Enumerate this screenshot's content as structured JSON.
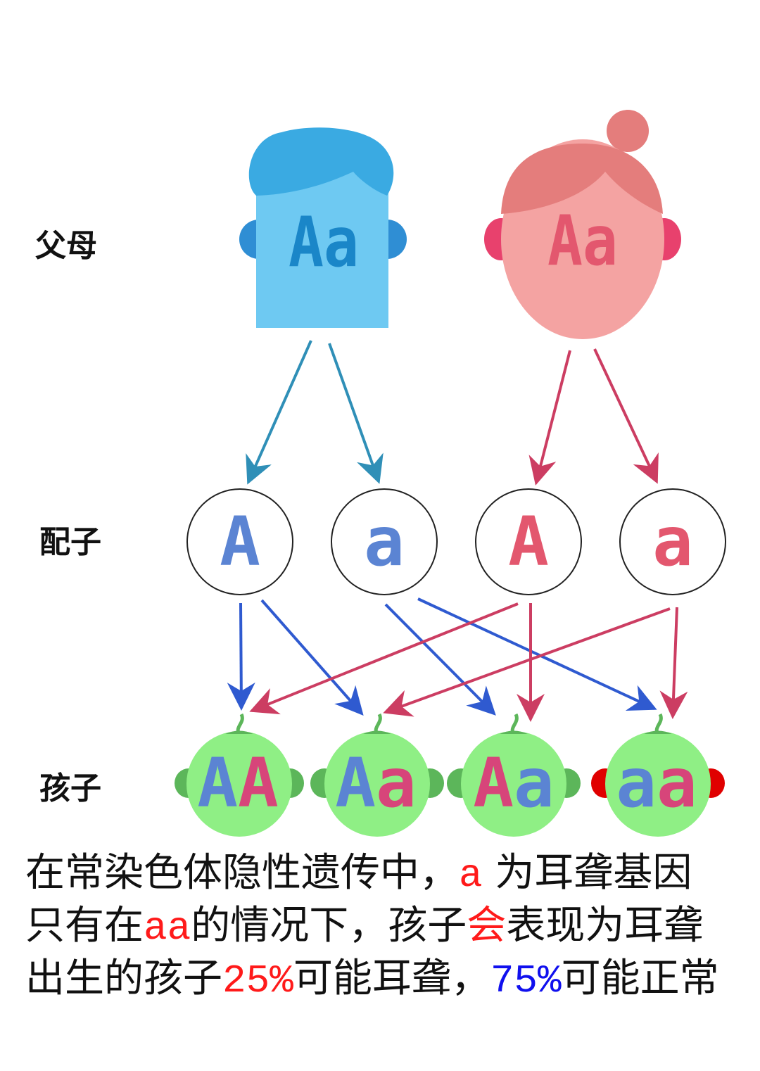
{
  "labels": {
    "parents": "父母",
    "gametes": "配子",
    "children": "孩子"
  },
  "father": {
    "genotype": "Aa"
  },
  "mother": {
    "genotype": "Aa"
  },
  "gametes": [
    {
      "allele": "A",
      "parent": "father"
    },
    {
      "allele": "a",
      "parent": "father"
    },
    {
      "allele": "A",
      "parent": "mother"
    },
    {
      "allele": "a",
      "parent": "mother"
    }
  ],
  "children": [
    {
      "from_father": "A",
      "from_mother": "A",
      "deaf": false
    },
    {
      "from_father": "A",
      "from_mother": "a",
      "deaf": false
    },
    {
      "from_father": "a",
      "from_mother": "A",
      "deaf": false
    },
    {
      "from_father": "a",
      "from_mother": "a",
      "deaf": true
    }
  ],
  "caption": {
    "line1": {
      "pre": "在常染色体隐性遗传中，",
      "gene": "a",
      "post": " 为耳聋基因"
    },
    "line2": {
      "pre": "只有在",
      "gene": "aa",
      "mid": "的情况下，孩子",
      "em": "会",
      "post": "表现为耳聋"
    },
    "line3": {
      "pre": "出生的孩子",
      "pct_deaf": "25%",
      "mid": "可能耳聋，",
      "pct_normal": "75%",
      "post": "可能正常"
    }
  },
  "colors": {
    "father_skin": "#6ec9f2",
    "father_hair": "#3aaae2",
    "father_ear": "#2f8ed4",
    "father_text": "#1a86c8",
    "mother_skin": "#f4a3a2",
    "mother_hair": "#e47d7c",
    "mother_ear": "#e8416d",
    "mother_text": "#e3576e",
    "father_arrow": "#2f8fb7",
    "mother_arrow": "#cc3d62",
    "gamete_father_text": "#5b84d3",
    "gamete_mother_text": "#e3576e",
    "child_arrow_father": "#2f5ad0",
    "child_arrow_mother": "#cc3d62",
    "child_head": "#8fef85",
    "child_ear": "#5cb65a",
    "child_ear_deaf": "#e00000",
    "child_dominant_text": "#5b84d3",
    "child_recessive_text": "#d7457a",
    "caption_red": "#ff1a1a",
    "caption_blue": "#1010ee"
  }
}
